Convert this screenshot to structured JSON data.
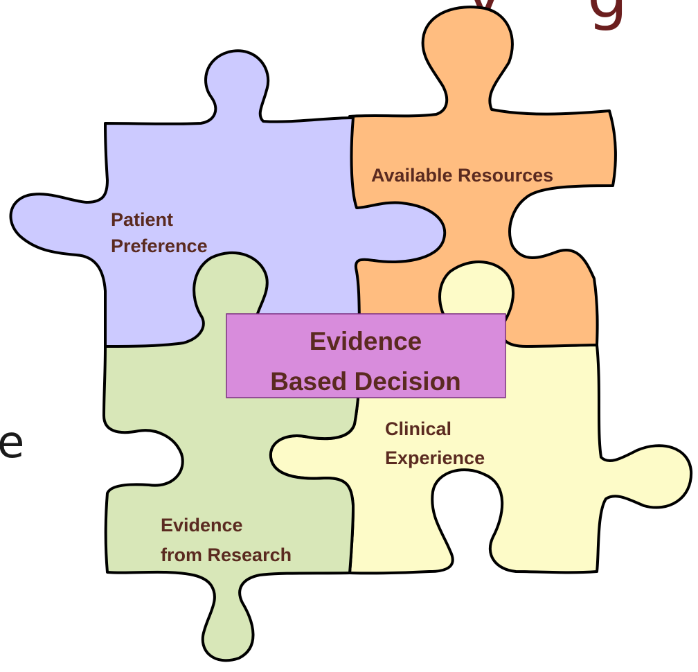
{
  "title_fragment": "y",
  "title_fragment_2": "g",
  "left_fragment": "e",
  "pieces": {
    "patient_preference": {
      "line1": "Patient",
      "line2": "Preference",
      "color": "#cccaff"
    },
    "available_resources": {
      "line1": "Available Resources",
      "color": "#ffbd80"
    },
    "clinical_experience": {
      "line1": "Clinical",
      "line2": "Experience",
      "color": "#fdfbc8"
    },
    "evidence_from_research": {
      "line1": "Evidence",
      "line2": "from Research",
      "color": "#d8e7b8"
    }
  },
  "center_box": {
    "line1": "Evidence",
    "line2": "Based Decision",
    "color": "#d88cdc"
  }
}
